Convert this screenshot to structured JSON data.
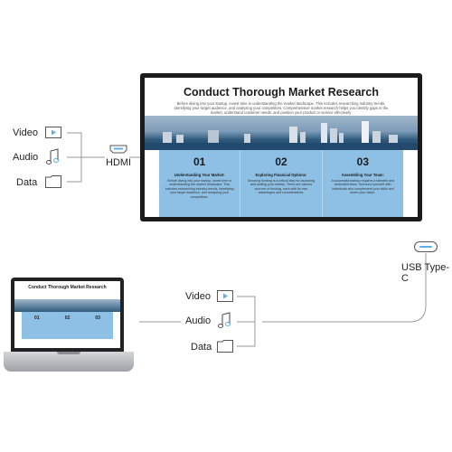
{
  "left_connections": {
    "video": "Video",
    "audio": "Audio",
    "data": "Data",
    "hdmi": "HDMI"
  },
  "right_connections": {
    "usbc": "USB Type-C",
    "video": "Video",
    "audio": "Audio",
    "data": "Data"
  },
  "display": {
    "title": "Conduct Thorough Market Research",
    "intro": "Before diving into your startup, invest time in understanding the market landscape. This includes researching industry trends, identifying your target audience, and analyzing your competitors. Comprehensive market research helps you identify gaps in the market, understand customer needs, and position your product or service effectively.",
    "steps": [
      {
        "number": "01",
        "heading": "Understanding Your Market:",
        "text": "Before diving into your startup, invest time in understanding the market landscape. This includes researching industry trends, identifying your target audience, and analyzing your competitors."
      },
      {
        "number": "02",
        "heading": "Exploring Financial Options:",
        "text": "Securing funding is a critical step for launching and scaling your startup. There are various sources of funding, each with its own advantages and considerations."
      },
      {
        "number": "03",
        "heading": "Assembling Your Team:",
        "text": "A successful startup requires a talented and dedicated team. Surround yourself with individuals who complement your skills and share your vision."
      }
    ]
  },
  "laptop": {
    "title": "Conduct Thorough Market Research",
    "steps": [
      "01",
      "02",
      "03"
    ]
  },
  "colors": {
    "panel": "#8ec0e6",
    "line": "#9a9a9a"
  }
}
